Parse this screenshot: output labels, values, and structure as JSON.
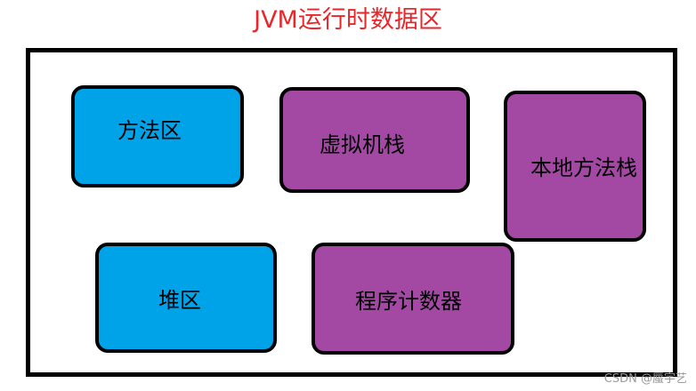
{
  "title": "JVM运行时数据区",
  "boxes": {
    "method_area": "方法区",
    "vm_stack": "虚拟机栈",
    "native_method_stack": "本地方法栈",
    "heap": "堆区",
    "program_counter": "程序计数器"
  },
  "colors": {
    "title": "#e8272b",
    "shared_area": "#00a2e8",
    "thread_private_area": "#a349a4",
    "border": "#000000"
  },
  "watermark": "CSDN @蜃宇艺"
}
